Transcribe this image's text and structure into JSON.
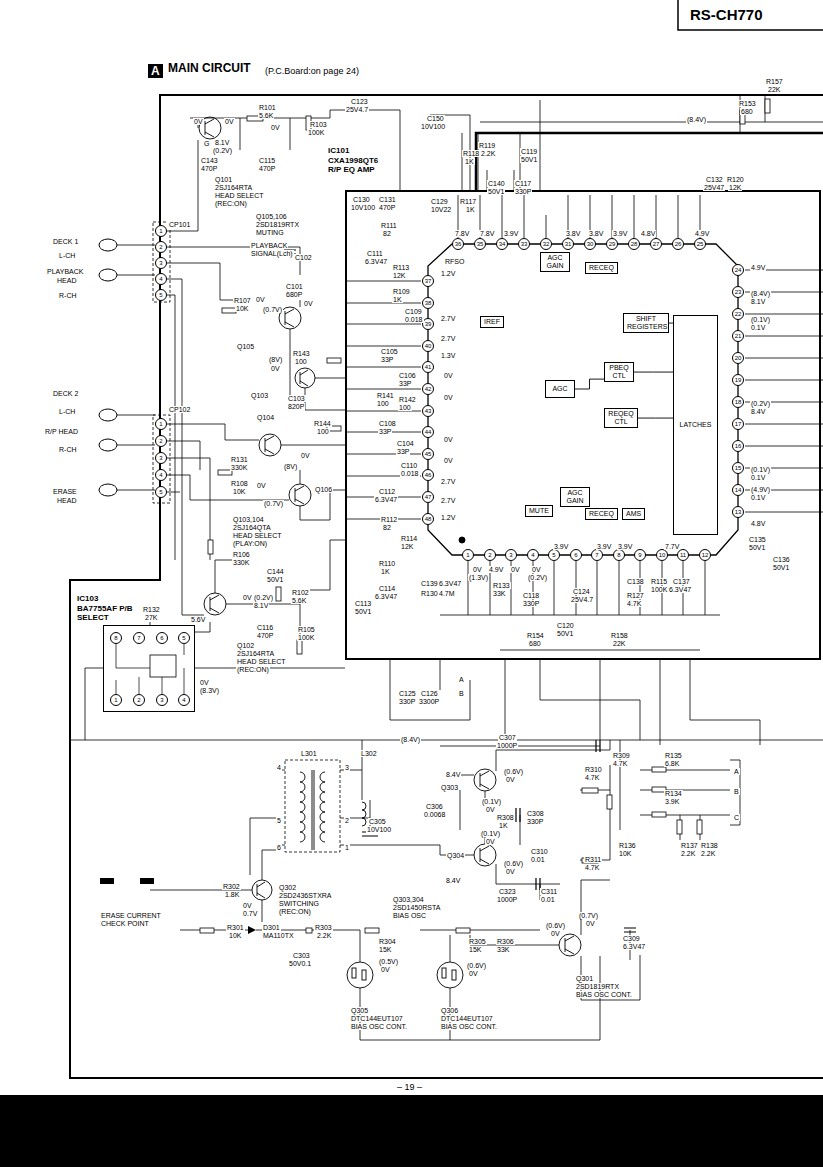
{
  "diagram": {
    "title": "RS-CH770",
    "nodes": [
      {
        "text": [
          "IC101 CXA1998QT6 R/P EQ AMP"
        ]
      },
      {
        "text": [
          "AGC GAIN"
        ],
        "in": 0
      },
      {
        "text": [
          "RECEQ"
        ],
        "in": 0
      },
      {
        "text": [
          "SHIFT REGISTERS"
        ],
        "in": 0
      },
      {
        "text": [
          "LATCHES"
        ],
        "in": 0
      },
      {
        "text": [
          "PBEQ CTL"
        ],
        "in": 0
      },
      {
        "text": [
          "REQEQ CTL"
        ],
        "in": 0
      },
      {
        "text": [
          "AGC"
        ],
        "in": 0
      },
      {
        "text": [
          "IREF"
        ],
        "in": 0
      },
      {
        "text": [
          "MUTE"
        ],
        "in": 0
      },
      {
        "text": [
          "AGC GAIN"
        ],
        "in": 0
      },
      {
        "text": [
          "RECEQ"
        ],
        "in": 0
      },
      {
        "text": [
          "AMS"
        ],
        "in": 0
      },
      {
        "text": [
          "IC103 BA7755AF P/B SELECT"
        ]
      }
    ],
    "edges": [
      {
        "from": 3,
        "to": 4,
        "arrow": "none"
      },
      {
        "from": 5,
        "to": 4,
        "arrow": "none"
      },
      {
        "from": 6,
        "to": 4,
        "arrow": "none"
      },
      {
        "from": 7,
        "to": 5,
        "arrow": "none"
      }
    ],
    "labels": [
      "A",
      "MAIN CIRCUIT",
      "(P.C.Board:on page 24)",
      "R157",
      "22K",
      "R153",
      "680",
      "(8.4V)",
      "R101",
      "5.6K",
      "C123",
      "25V4.7",
      "C150",
      "10V100",
      "0V",
      "0V",
      "0V",
      "R103",
      "100K",
      "G",
      "8.1V",
      "(0.2V)",
      "C143",
      "470P",
      "C115",
      "470P",
      "Q101",
      "2SJ164RTA",
      "HEAD SELECT",
      "(REC:ON)",
      "R118",
      "R119",
      "1K",
      "2.2K",
      "C119",
      "50V1",
      "C117",
      "330P",
      "C140",
      "50V1",
      "C129",
      "10V22",
      "R117",
      "1K",
      "C130",
      "10V100",
      "C131",
      "470P",
      "C132",
      "25V47",
      "R120",
      "12K",
      "Q105,106",
      "2SD1819RTX",
      "MUTING",
      "CP101",
      "PLAYBACK",
      "SIGNAL(Lch)",
      "C102",
      "C101",
      "680P",
      "R107",
      "10K",
      "0V",
      "(0.7V)",
      "0V",
      "Q105",
      "R143",
      "100",
      "(8V)",
      "0V",
      "Q103",
      "C103",
      "820P",
      "Q104",
      "R144",
      "100",
      "0V",
      "(8V)",
      "R131",
      "330K",
      "R108",
      "10K",
      "0V",
      "(0.7V)",
      "Q106",
      "Q103,104",
      "2SJ164QTA",
      "HEAD SELECT",
      "(PLAY:ON)",
      "R106",
      "330K",
      "C144",
      "50V1",
      "0V",
      "(0.2V)",
      "8.1V",
      "R102",
      "5.6K",
      "C116",
      "470P",
      "R105",
      "100K",
      "Q102",
      "2SJ164RTA",
      "HEAD SELECT",
      "(REC:ON)",
      "CP102",
      "R132",
      "27K",
      "5.6V",
      "0V",
      "(8.3V)",
      "DECK 1",
      "L-CH",
      "PLAYBACK",
      "HEAD",
      "R-CH",
      "DECK 2",
      "L-CH",
      "R/P HEAD",
      "R-CH",
      "ERASE",
      "HEAD",
      "1",
      "2",
      "3",
      "4",
      "5",
      "1",
      "2",
      "3",
      "4",
      "5",
      "8",
      "7",
      "6",
      "5",
      "1",
      "2",
      "3",
      "4",
      "36",
      "35",
      "34",
      "33",
      "32",
      "31",
      "30",
      "29",
      "28",
      "27",
      "26",
      "25",
      "37",
      "38",
      "39",
      "40",
      "41",
      "42",
      "43",
      "44",
      "45",
      "46",
      "47",
      "48",
      "1",
      "2",
      "3",
      "4",
      "5",
      "6",
      "7",
      "8",
      "9",
      "10",
      "11",
      "12",
      "24",
      "23",
      "22",
      "21",
      "20",
      "19",
      "18",
      "17",
      "16",
      "15",
      "14",
      "13",
      "7.8V",
      "7.8V",
      "3.9V",
      "3.8V",
      "3.8V",
      "3.9V",
      "4.8V",
      "4.9V",
      "RFSO",
      "1.2V",
      "2.7V",
      "2.7V",
      "1.3V",
      "0V",
      "0V",
      "0V",
      "0V",
      "2.7V",
      "2.7V",
      "1.2V",
      "0V",
      "(1.3V)",
      "4.9V",
      "0V",
      "0V",
      "(0.2V)",
      "3.9V",
      "3.9V",
      "3.9V",
      "7.7V",
      "4.9V",
      "(8.4V)",
      "8.1V",
      "(0.1V)",
      "0.1V",
      "(0.2V)",
      "8.4V",
      "(0.1V)",
      "0.1V",
      "(4.9V)",
      "0.1V",
      "4.8V",
      "R111",
      "82",
      "C111",
      "6.3V47",
      "R113",
      "12K",
      "R109",
      "1K",
      "C109",
      "0.018",
      "C105",
      "33P",
      "C106",
      "33P",
      "R141",
      "100",
      "R142",
      "100",
      "C108",
      "33P",
      "C104",
      "33P",
      "C110",
      "0.018",
      "C112",
      "6.3V47",
      "R112",
      "82",
      "R114",
      "12K",
      "R110",
      "1K",
      "C114",
      "6.3V47",
      "C113",
      "50V1",
      "R133",
      "33K",
      "C139",
      "6.3V47",
      "R130",
      "4.7M",
      "C118",
      "330P",
      "C124",
      "25V4.7",
      "R154",
      "680",
      "C120",
      "50V1",
      "R158",
      "22K",
      "C138",
      "R127",
      "4.7K",
      "R115",
      "100K",
      "C137",
      "6.3V47",
      "C135",
      "50V1",
      "C136",
      "50V1",
      "C125",
      "330P",
      "C126",
      "3300P",
      "A",
      "B",
      "(8.4V)",
      "C307",
      "1000P",
      "R309",
      "4.7K",
      "L301",
      "L302",
      "4",
      "3",
      "5",
      "2",
      "6",
      "1",
      "C305",
      "10V100",
      "C306",
      "0.0068",
      "8.4V",
      "(0.6V)",
      "0V",
      "Q303",
      "(0.1V)",
      "0V",
      "R308",
      "1K",
      "C308",
      "330P",
      "R310",
      "4.7K",
      "(0.1V)",
      "0V",
      "Q304",
      "8.4V",
      "(0.6V)",
      "0V",
      "C310",
      "0.01",
      "R311",
      "4.7K",
      "C323",
      "1000P",
      "C311",
      "0.01",
      "Q303,304",
      "2SD1450RSTA",
      "BIAS OSC",
      "R135",
      "6.8K",
      "R134",
      "3.9K",
      "R136",
      "10K",
      "R137",
      "2.2K",
      "R138",
      "2.2K",
      "A",
      "B",
      "C",
      "R302",
      "1.8K",
      "0V",
      "0.7V",
      "Q302",
      "2SD2436STXRA",
      "SWITCHING",
      "(REC:ON)",
      "D301",
      "MA110TX",
      "R301",
      "10K",
      "R303",
      "2.2K",
      "C303",
      "50V0.1",
      "R304",
      "15K",
      "(0.5V)",
      "0V",
      "R305",
      "15K",
      "R306",
      "33K",
      "(0.6V)",
      "0V",
      "(0.6V)",
      "0V",
      "(0.7V)",
      "0V",
      "C309",
      "6.3V47",
      "Q301",
      "2SD1819RTX",
      "BIAS OSC CONT.",
      "Q305",
      "DTC144EUT107",
      "BIAS OSC CONT.",
      "Q306",
      "DTC144EUT107",
      "BIAS OSC CONT.",
      "ERASE CURRENT",
      "CHECK POINT",
      "– 19 –"
    ]
  }
}
